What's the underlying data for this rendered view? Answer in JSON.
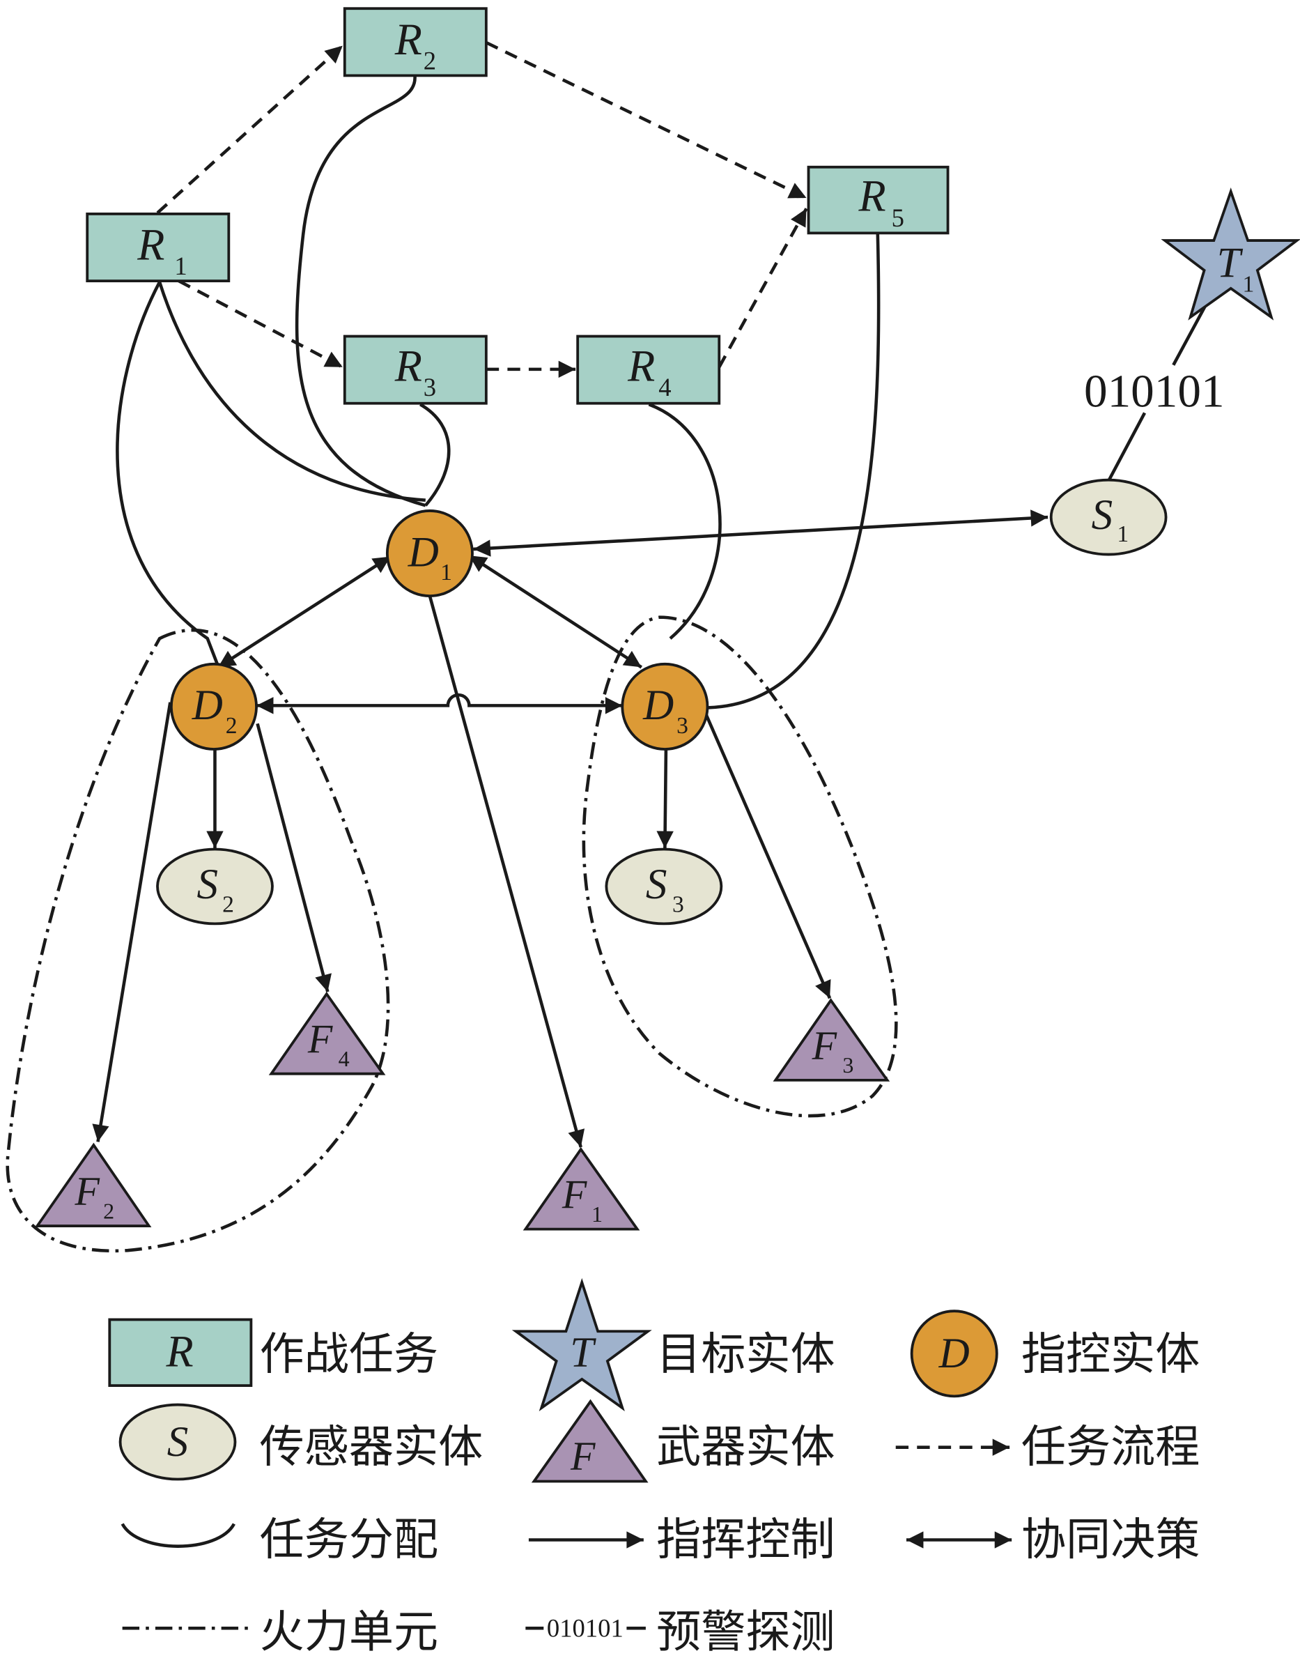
{
  "colors": {
    "task": "#a6d0c6",
    "target": "#9fb2cc",
    "command": "#dc9a36",
    "sensor": "#e5e4d2",
    "weapon": "#a993b3",
    "line": "#1a1a1a"
  },
  "nodes": {
    "R1": {
      "letter": "R",
      "sub": "1"
    },
    "R2": {
      "letter": "R",
      "sub": "2"
    },
    "R3": {
      "letter": "R",
      "sub": "3"
    },
    "R4": {
      "letter": "R",
      "sub": "4"
    },
    "R5": {
      "letter": "R",
      "sub": "5"
    },
    "T1": {
      "letter": "T",
      "sub": "1"
    },
    "D1": {
      "letter": "D",
      "sub": "1"
    },
    "D2": {
      "letter": "D",
      "sub": "2"
    },
    "D3": {
      "letter": "D",
      "sub": "3"
    },
    "S1": {
      "letter": "S",
      "sub": "1"
    },
    "S2": {
      "letter": "S",
      "sub": "2"
    },
    "S3": {
      "letter": "S",
      "sub": "3"
    },
    "F1": {
      "letter": "F",
      "sub": "1"
    },
    "F2": {
      "letter": "F",
      "sub": "2"
    },
    "F3": {
      "letter": "F",
      "sub": "3"
    },
    "F4": {
      "letter": "F",
      "sub": "4"
    }
  },
  "signal_label": "010101",
  "legend": {
    "task": {
      "symbol": "R",
      "label": "作战任务"
    },
    "target": {
      "symbol": "T",
      "label": "目标实体"
    },
    "command": {
      "symbol": "D",
      "label": "指控实体"
    },
    "sensor": {
      "symbol": "S",
      "label": "传感器实体"
    },
    "weapon": {
      "symbol": "F",
      "label": "武器实体"
    },
    "task_flow": {
      "label": "任务流程"
    },
    "task_assign": {
      "label": "任务分配"
    },
    "command_control": {
      "label": "指挥控制"
    },
    "coop_decision": {
      "label": "协同决策"
    },
    "fire_unit": {
      "label": "火力单元"
    },
    "warning": {
      "symbol": "010101",
      "label": "预警探测"
    }
  }
}
